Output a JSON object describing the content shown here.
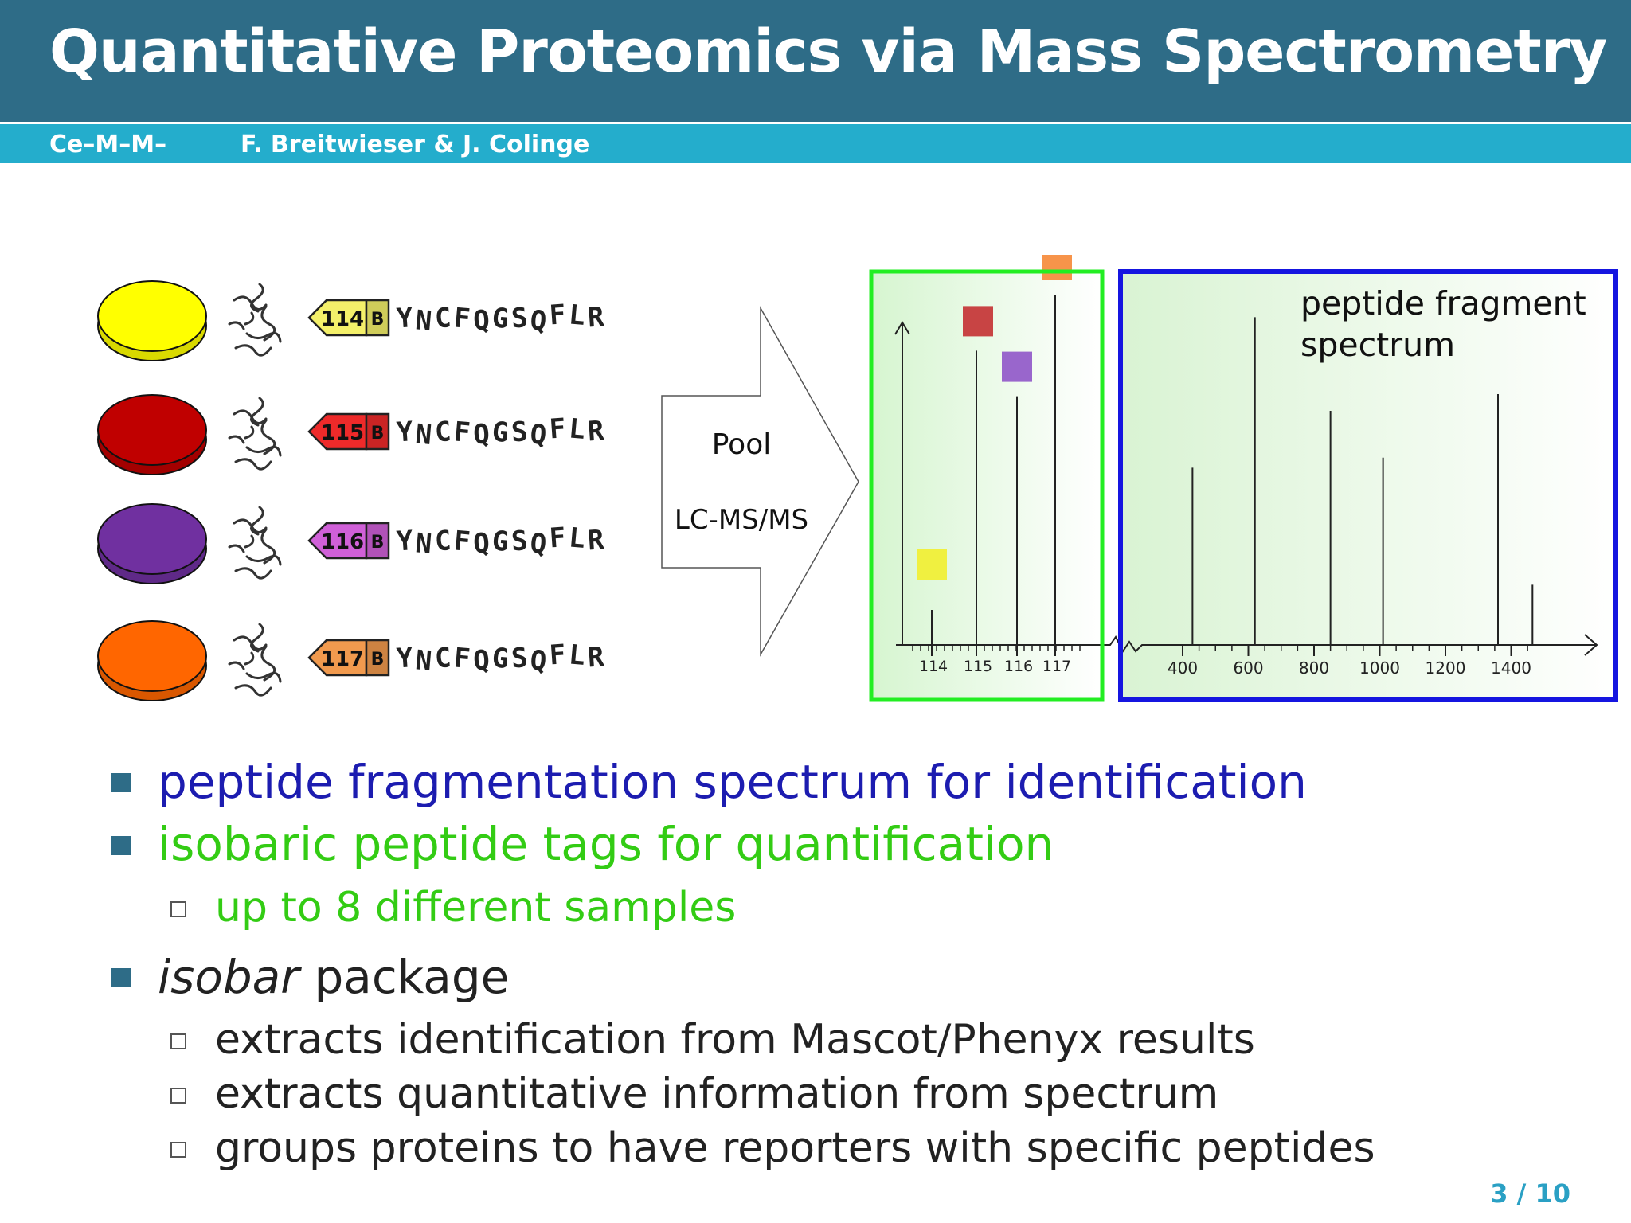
{
  "header": {
    "title": "Quantitative Proteomics via Mass Spectrometry",
    "institute": "Ce–M–M–",
    "authors": "F. Breitwieser & J. Colinge"
  },
  "figure": {
    "samples": [
      {
        "tag": "114",
        "dish_color": "#ffff00",
        "tag_color": "#f4f06a"
      },
      {
        "tag": "115",
        "dish_color": "#c00000",
        "tag_color": "#ee2a2a"
      },
      {
        "tag": "116",
        "dish_color": "#7030a0",
        "tag_color": "#d060d8"
      },
      {
        "tag": "117",
        "dish_color": "#ff6600",
        "tag_color": "#f19a4e"
      }
    ],
    "tag_letter": "B",
    "sequence": "YNCFQGSQFLR",
    "arrow_label_1": "Pool",
    "arrow_label_2": "LC-MS/MS",
    "reporter_axis_labels": [
      "114",
      "115",
      "116",
      "117"
    ],
    "reporter_peaks": [
      {
        "tag": "114",
        "intensity": 0.1,
        "color": "#f0f040"
      },
      {
        "tag": "115",
        "intensity": 0.84,
        "color": "#c84444"
      },
      {
        "tag": "116",
        "intensity": 0.71,
        "color": "#9966cc"
      },
      {
        "tag": "117",
        "intensity": 1.0,
        "color": "#f7944a"
      }
    ],
    "spectrum_label_1": "peptide fragment",
    "spectrum_label_2": "spectrum",
    "spectrum_axis_labels": [
      "400",
      "600",
      "800",
      "1000",
      "1200",
      "1400"
    ],
    "spectrum_peaks": [
      {
        "mz": 430,
        "intensity": 0.53
      },
      {
        "mz": 620,
        "intensity": 0.98
      },
      {
        "mz": 850,
        "intensity": 0.7
      },
      {
        "mz": 1010,
        "intensity": 0.56
      },
      {
        "mz": 1360,
        "intensity": 0.75
      },
      {
        "mz": 1465,
        "intensity": 0.18
      }
    ],
    "reporter_box_color": "#22ee22",
    "spectrum_box_color": "#1515e0"
  },
  "bullets": {
    "b1": "peptide fragmentation spectrum for identification",
    "b2": "isobaric peptide tags for quantification",
    "b2_sub1": "up to 8 different samples",
    "b3_italic": "isobar",
    "b3_rest": " package",
    "b3_sub1": "extracts identification from Mascot/Phenyx results",
    "b3_sub2": "extracts quantitative information from spectrum",
    "b3_sub3": "groups proteins to have reporters with specific peptides"
  },
  "footer": {
    "page": "3 / 10"
  }
}
